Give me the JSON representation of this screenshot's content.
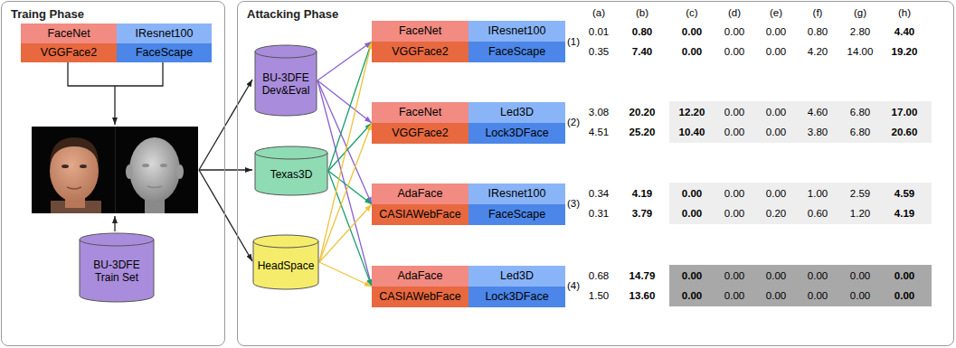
{
  "diagram": {
    "nodes": [
      {
        "text": [
          "Traing Phase"
        ]
      },
      {
        "text": [
          "FaceNet"
        ],
        "in": 0
      },
      {
        "text": [
          "IResnet100"
        ],
        "in": 0
      },
      {
        "text": [
          "VGGFace2"
        ],
        "in": 0
      },
      {
        "text": [
          "FaceScape"
        ],
        "in": 0
      },
      {
        "text": [
          "BU-3DFE Train Set"
        ],
        "in": 0
      },
      {
        "text": [
          "Attacking Phase"
        ]
      },
      {
        "text": [
          "BU-3DFE Dev&Eval"
        ],
        "in": 6
      },
      {
        "text": [
          "Texas3D"
        ],
        "in": 6
      },
      {
        "text": [
          "HeadSpace"
        ],
        "in": 6
      },
      {
        "text": [
          "FaceNet"
        ],
        "in": 6
      },
      {
        "text": [
          "IResnet100"
        ],
        "in": 6
      },
      {
        "text": [
          "VGGFace2"
        ],
        "in": 6
      },
      {
        "text": [
          "FaceScape"
        ],
        "in": 6
      },
      {
        "text": [
          "FaceNet"
        ],
        "in": 6
      },
      {
        "text": [
          "Led3D"
        ],
        "in": 6
      },
      {
        "text": [
          "VGGFace2"
        ],
        "in": 6
      },
      {
        "text": [
          "Lock3DFace"
        ],
        "in": 6
      },
      {
        "text": [
          "AdaFace"
        ],
        "in": 6
      },
      {
        "text": [
          "IResnet100"
        ],
        "in": 6
      },
      {
        "text": [
          "CASIAWebFace"
        ],
        "in": 6
      },
      {
        "text": [
          "FaceScape"
        ],
        "in": 6
      },
      {
        "text": [
          "AdaFace"
        ],
        "in": 6
      },
      {
        "text": [
          "Led3D"
        ],
        "in": 6
      },
      {
        "text": [
          "CASIAWebFace"
        ],
        "in": 6
      },
      {
        "text": [
          "Lock3DFace"
        ],
        "in": 6
      }
    ],
    "edges": [
      {
        "from": 7,
        "to": 10,
        "arrow": "to"
      },
      {
        "from": 7,
        "to": 14,
        "arrow": "to"
      },
      {
        "from": 7,
        "to": 18,
        "arrow": "to"
      },
      {
        "from": 7,
        "to": 22,
        "arrow": "to"
      },
      {
        "from": 8,
        "to": 10,
        "arrow": "to"
      },
      {
        "from": 8,
        "to": 14,
        "arrow": "to"
      },
      {
        "from": 8,
        "to": 18,
        "arrow": "to"
      },
      {
        "from": 8,
        "to": 22,
        "arrow": "to"
      },
      {
        "from": 9,
        "to": 10,
        "arrow": "to"
      },
      {
        "from": 9,
        "to": 14,
        "arrow": "to"
      },
      {
        "from": 9,
        "to": 18,
        "arrow": "to"
      },
      {
        "from": 9,
        "to": 22,
        "arrow": "to"
      }
    ],
    "labels": [
      "(a)",
      "(b)",
      "(c)",
      "(d)",
      "(e)",
      "(f)",
      "(g)",
      "(h)",
      "(1)",
      "0.01",
      "0.80",
      "0.00",
      "0.00",
      "0.00",
      "0.80",
      "2.80",
      "4.40",
      "0.35",
      "7.40",
      "0.00",
      "0.00",
      "0.00",
      "4.20",
      "14.00",
      "19.20",
      "(2)",
      "3.08",
      "20.20",
      "12.20",
      "0.00",
      "0.00",
      "4.60",
      "6.80",
      "17.00",
      "4.51",
      "25.20",
      "10.40",
      "0.00",
      "0.00",
      "3.80",
      "6.80",
      "20.60",
      "(3)",
      "0.34",
      "4.19",
      "0.00",
      "0.00",
      "0.00",
      "1.00",
      "2.59",
      "4.59",
      "0.31",
      "3.79",
      "0.00",
      "0.00",
      "0.20",
      "0.60",
      "1.20",
      "4.19",
      "(4)",
      "0.68",
      "14.79",
      "0.00",
      "0.00",
      "0.00",
      "0.00",
      "0.00",
      "0.00",
      "1.50",
      "13.60",
      "0.00",
      "0.00",
      "0.00",
      "0.00",
      "0.00",
      "0.00"
    ]
  }
}
